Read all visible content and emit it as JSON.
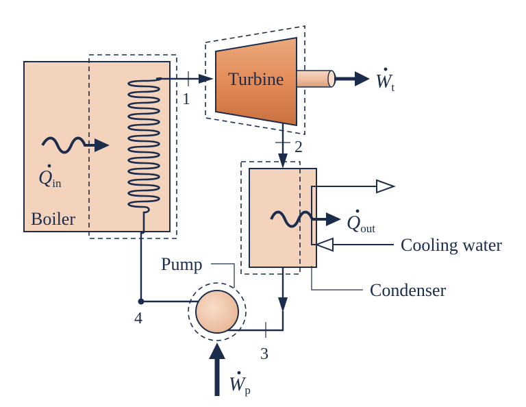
{
  "components": {
    "boiler": "Boiler",
    "turbine": "Turbine",
    "condenser": "Condenser",
    "pump": "Pump",
    "cooling_water": "Cooling water"
  },
  "states": {
    "s1": "1",
    "s2": "2",
    "s3": "3",
    "s4": "4"
  },
  "energy": {
    "q_in_sym": "Q",
    "q_in_sub": "in",
    "q_out_sym": "Q",
    "q_out_sub": "out",
    "w_t_sym": "W",
    "w_t_sub": "t",
    "w_p_sym": "W",
    "w_p_sub": "p"
  },
  "colors": {
    "line": "#1b2c4c",
    "equipment_fill": "#f4d3bd",
    "turbine_fill": "#e1905f",
    "shaft_fill": "#efbfa0"
  }
}
